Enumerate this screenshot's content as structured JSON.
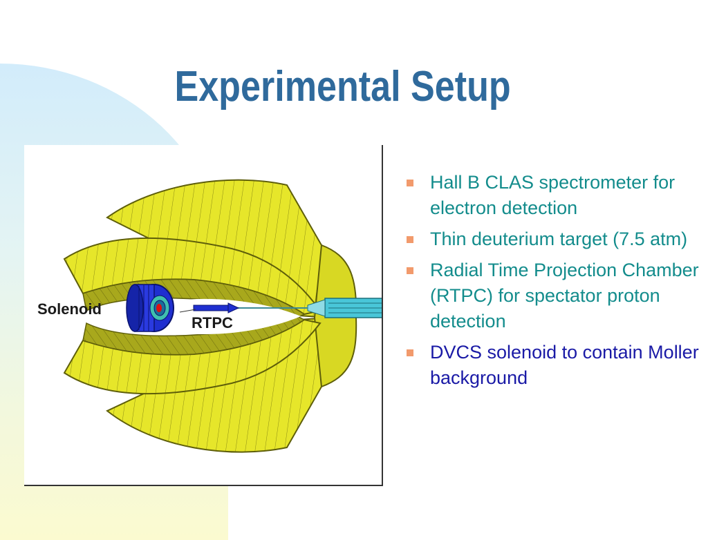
{
  "slide": {
    "title": "Experimental Setup"
  },
  "figure": {
    "labels": {
      "solenoid": "Solenoid",
      "rtpc": "RTPC"
    }
  },
  "bullets": [
    {
      "text": "Hall B CLAS spectrometer for electron detection",
      "color": "#138c8c"
    },
    {
      "text": "Thin deuterium target (7.5 atm)",
      "color": "#138c8c"
    },
    {
      "text": "Radial Time Projection Chamber (RTPC) for spectator proton detection",
      "color": "#138c8c"
    },
    {
      "text": "DVCS solenoid to contain Moller background",
      "color": "#1a1aa6"
    }
  ],
  "colors": {
    "title": "#2f6a9c",
    "bullet_marker": "#f29a6c",
    "detector_yellow": "#e6e62a",
    "detector_olive": "#a3a318",
    "solenoid_blue": "#1f2fd0",
    "beamline_cyan": "#49c6d8"
  }
}
